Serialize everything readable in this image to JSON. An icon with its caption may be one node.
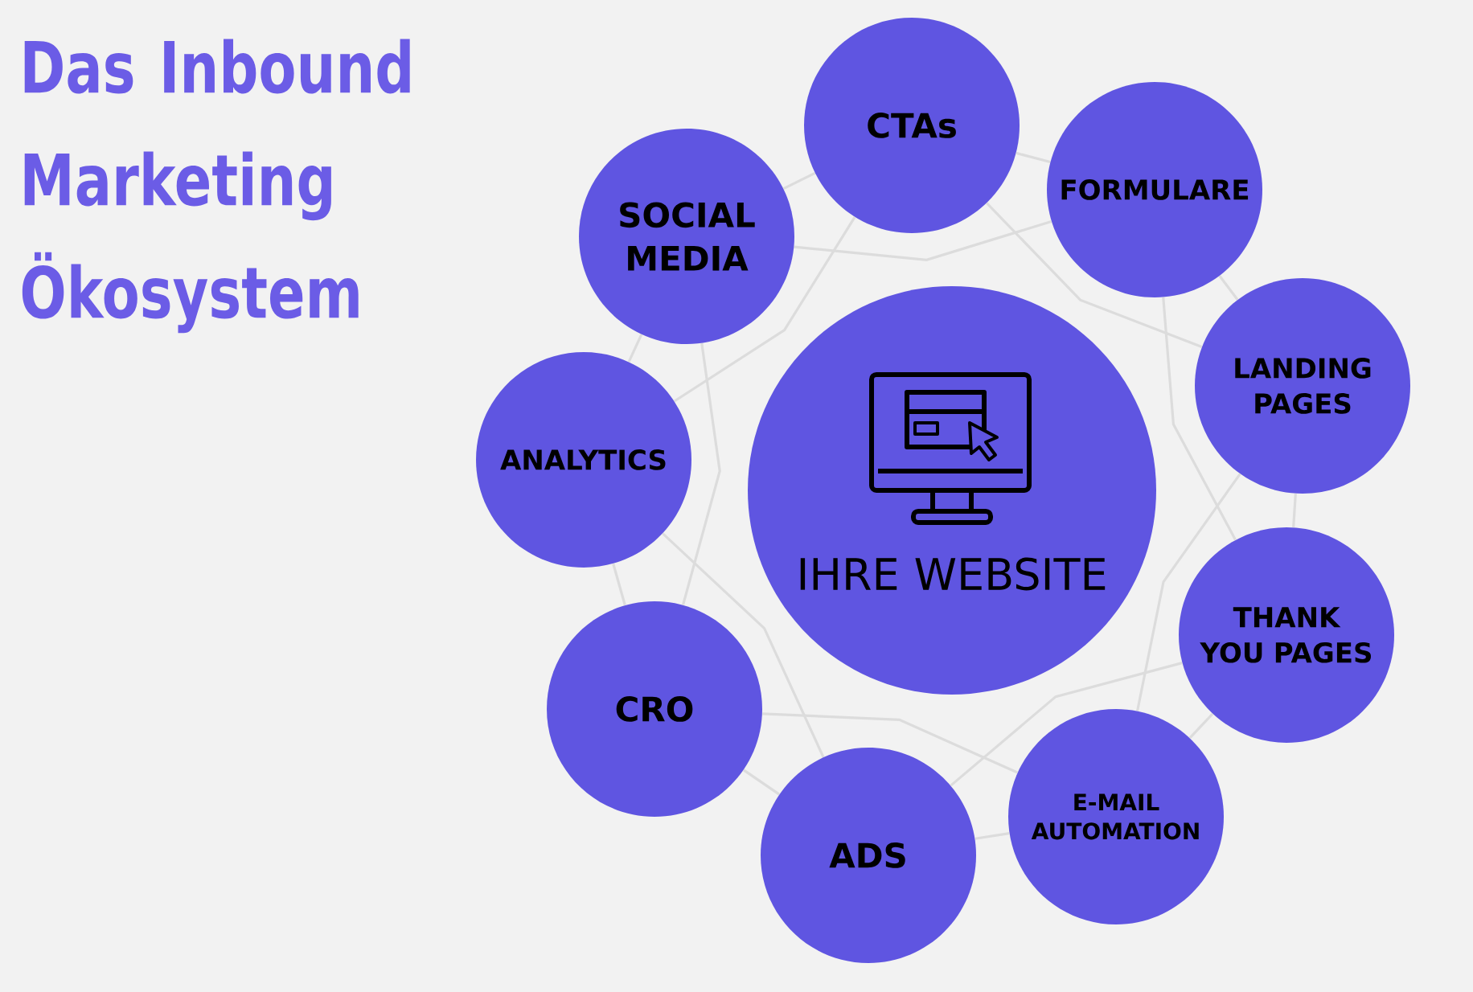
{
  "diagram": {
    "title": "Das Inbound Marketing Ökosystem",
    "nodes": [
      {
        "text": [
          "IHRE WEBSITE"
        ]
      },
      {
        "text": [
          "SOCIAL MEDIA"
        ]
      },
      {
        "text": [
          "CTAs"
        ]
      },
      {
        "text": [
          "FORMULARE"
        ]
      },
      {
        "text": [
          "LANDING PAGES"
        ]
      },
      {
        "text": [
          "THANK YOU PAGES"
        ]
      },
      {
        "text": [
          "E-MAIL AUTOMATION"
        ]
      },
      {
        "text": [
          "ADS"
        ]
      },
      {
        "text": [
          "CRO"
        ]
      },
      {
        "text": [
          "ANALYTICS"
        ]
      }
    ],
    "edges": [
      {
        "from": 1,
        "to": 2,
        "arrow": "none"
      },
      {
        "from": 2,
        "to": 3,
        "arrow": "none"
      },
      {
        "from": 3,
        "to": 4,
        "arrow": "none"
      },
      {
        "from": 4,
        "to": 5,
        "arrow": "none"
      },
      {
        "from": 5,
        "to": 6,
        "arrow": "none"
      },
      {
        "from": 6,
        "to": 7,
        "arrow": "none"
      },
      {
        "from": 7,
        "to": 8,
        "arrow": "none"
      },
      {
        "from": 8,
        "to": 9,
        "arrow": "none"
      },
      {
        "from": 9,
        "to": 1,
        "arrow": "none"
      },
      {
        "from": 1,
        "to": 3,
        "arrow": "none"
      },
      {
        "from": 2,
        "to": 4,
        "arrow": "none"
      },
      {
        "from": 3,
        "to": 5,
        "arrow": "none"
      },
      {
        "from": 4,
        "to": 6,
        "arrow": "none"
      },
      {
        "from": 5,
        "to": 7,
        "arrow": "none"
      },
      {
        "from": 6,
        "to": 8,
        "arrow": "none"
      },
      {
        "from": 7,
        "to": 9,
        "arrow": "none"
      },
      {
        "from": 8,
        "to": 1,
        "arrow": "none"
      },
      {
        "from": 9,
        "to": 2,
        "arrow": "none"
      }
    ]
  }
}
